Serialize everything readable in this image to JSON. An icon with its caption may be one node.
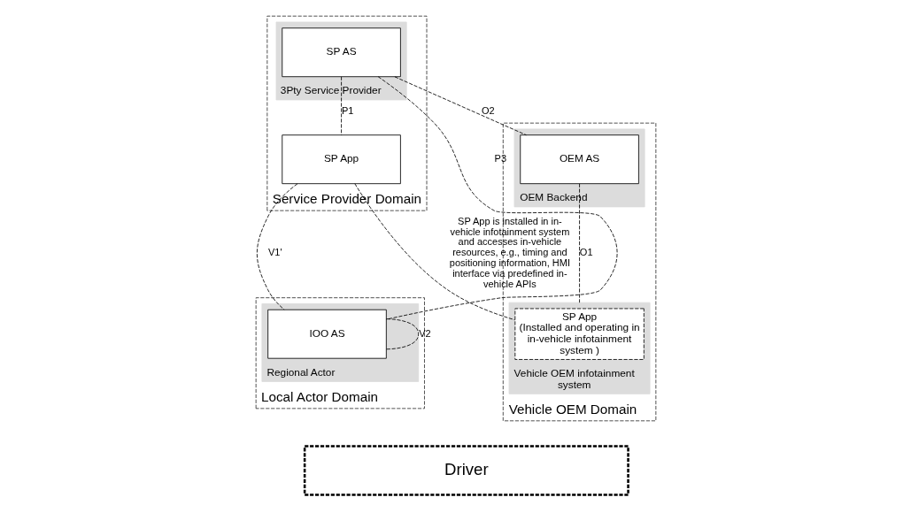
{
  "diagram": {
    "nodes": [
      {
        "text": [
          "Service Provider Domain"
        ]
      },
      {
        "text": [
          "3Pty Service Provider"
        ],
        "in": 0
      },
      {
        "text": [
          "SP AS"
        ],
        "in": 1
      },
      {
        "text": [
          "SP App"
        ],
        "in": 0
      },
      {
        "text": [
          "Local Actor Domain"
        ]
      },
      {
        "text": [
          "Regional Actor"
        ],
        "in": 4
      },
      {
        "text": [
          "IOO AS"
        ],
        "in": 5
      },
      {
        "text": [
          "Vehicle OEM Domain"
        ]
      },
      {
        "text": [
          "OEM Backend"
        ],
        "in": 7
      },
      {
        "text": [
          "OEM AS"
        ],
        "in": 8
      },
      {
        "text": [
          "Vehicle OEM infotainment system"
        ],
        "in": 7
      },
      {
        "text": [
          "SP App",
          "(Installed and operating in in-vehicle infotainment system )"
        ],
        "in": 10
      },
      {
        "text": [
          "Driver"
        ]
      }
    ],
    "edges": [
      {
        "from": 2,
        "to": 9,
        "arrow": "none",
        "label": "O2",
        "style": "dashed"
      },
      {
        "from": 2,
        "to": 6,
        "arrow": "none",
        "label": "P3",
        "style": "dashed"
      },
      {
        "from": 6,
        "to": 6,
        "arrow": "none",
        "label": "V2",
        "style": "dashed"
      },
      {
        "from": 2,
        "to": 3,
        "arrow": "none",
        "label": "P1",
        "style": "dashed"
      },
      {
        "from": 3,
        "to": 6,
        "arrow": "none",
        "label": "V1'",
        "style": "dashed"
      },
      {
        "from": 9,
        "to": 10,
        "arrow": "none",
        "label": "O1",
        "style": "dashed"
      },
      {
        "from": 3,
        "to": 11,
        "arrow": "none",
        "label": "SP App is installed in in-vehicle infotainment system and accesses in-vehicle resources, e.g., timing and positioning information, HMI interface via predefined in-vehicle APIs",
        "style": "dashed"
      }
    ]
  }
}
